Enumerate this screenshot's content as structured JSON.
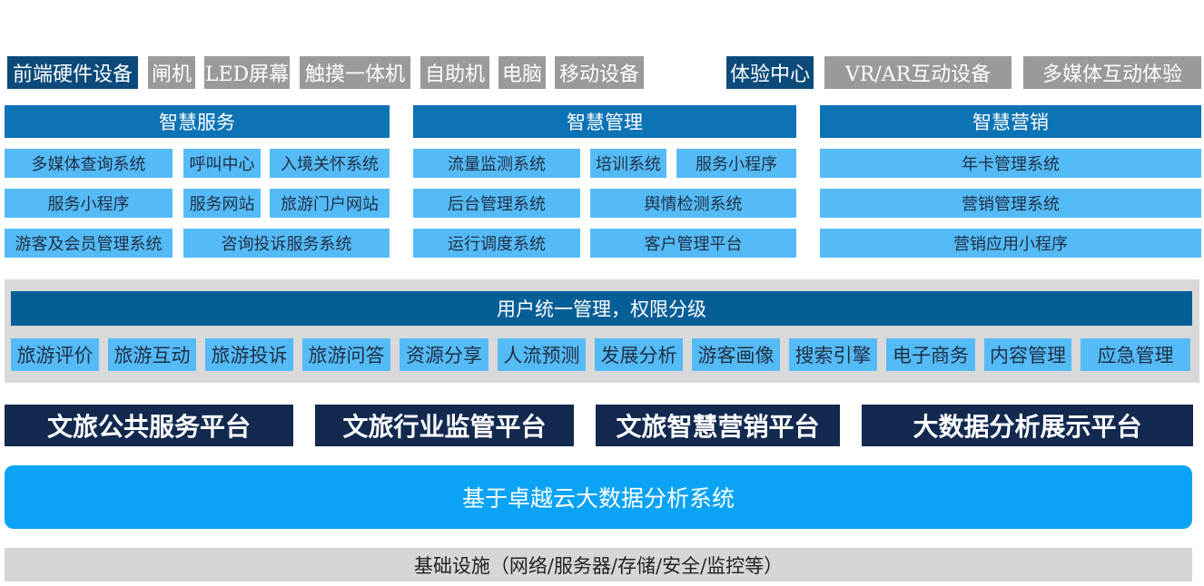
{
  "hardware": {
    "label": "前端硬件设备",
    "items": [
      "闸机",
      "LED屏幕",
      "触摸一体机",
      "自助机",
      "电脑",
      "移动设备"
    ]
  },
  "experience": {
    "label": "体验中心",
    "items": [
      "VR/AR互动设备",
      "多媒体互动体验"
    ]
  },
  "sections": [
    {
      "title": "智慧服务",
      "rows": [
        [
          "多媒体查询系统",
          "呼叫中心",
          "入境关怀系统"
        ],
        [
          "服务小程序",
          "服务网站",
          "旅游门户网站"
        ],
        [
          "游客及会员管理系统",
          "咨询投诉服务系统"
        ]
      ]
    },
    {
      "title": "智慧管理",
      "rows": [
        [
          "流量监测系统",
          "培训系统",
          "服务小程序"
        ],
        [
          "后台管理系统",
          "舆情检测系统"
        ],
        [
          "运行调度系统",
          "客户管理平台"
        ]
      ]
    },
    {
      "title": "智慧营销",
      "rows": [
        [
          "年卡管理系统"
        ],
        [
          "营销管理系统"
        ],
        [
          "营销应用小程序"
        ]
      ]
    }
  ],
  "user_panel": {
    "title": "用户统一管理，权限分级",
    "functions": [
      "旅游评价",
      "旅游互动",
      "旅游投诉",
      "旅游问答",
      "资源分享",
      "人流预测",
      "发展分析",
      "游客画像",
      "搜索引擎",
      "电子商务",
      "内容管理",
      "应急管理"
    ]
  },
  "platforms": [
    "文旅公共服务平台",
    "文旅行业监管平台",
    "文旅智慧营销平台",
    "大数据分析展示平台"
  ],
  "base_system": "基于卓越云大数据分析系统",
  "infrastructure": "基础设施（网络/服务器/存储/安全/监控等）",
  "colors": {
    "dark_navy": "#13294f",
    "dark_blue": "#0b4a7a",
    "section_blue": "#0c73b5",
    "light_blue": "#55bbf7",
    "bright_blue": "#0aa3f5",
    "grey": "#9a9a9a",
    "light_grey": "#d9d9d9"
  }
}
